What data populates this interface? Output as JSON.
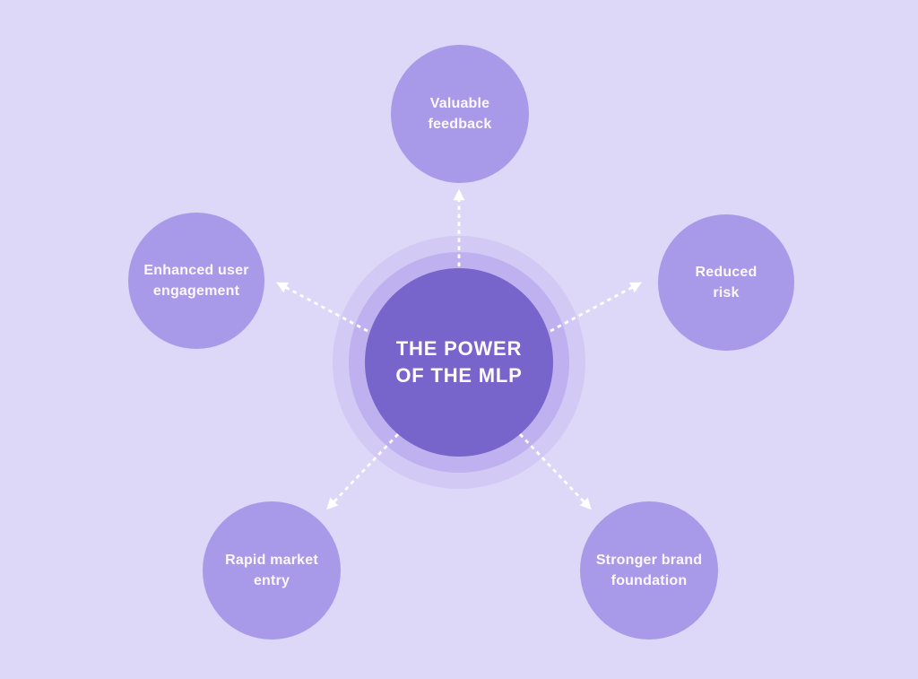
{
  "diagram": {
    "title": "THE POWER OF THE MLP",
    "type": "radial-benefits-diagram",
    "connector_style": "white dashed lines with solid arrowheads pointing outward from center"
  },
  "colors": {
    "background": "#ddd8f7",
    "node_fill": "#a89ae9",
    "center_fill": "#7765cb",
    "center_ring_inner": "#bfb1ef",
    "center_ring_outer": "#d2c9f4",
    "text": "#fdfcff",
    "arrow": "#ffffff"
  },
  "center": {
    "title_lines": [
      "THE POWER",
      "OF THE MLP"
    ]
  },
  "nodes": [
    {
      "id": "valuable-feedback",
      "position": "top",
      "lines": [
        "Valuable",
        "feedback"
      ]
    },
    {
      "id": "enhanced-user-engagement",
      "position": "upper-left",
      "lines": [
        "Enhanced user",
        "engagement"
      ]
    },
    {
      "id": "reduced-risk",
      "position": "upper-right",
      "lines": [
        "Reduced",
        "risk"
      ]
    },
    {
      "id": "rapid-market-entry",
      "position": "lower-left",
      "lines": [
        "Rapid market",
        "entry"
      ]
    },
    {
      "id": "stronger-brand-foundation",
      "position": "lower-right",
      "lines": [
        "Stronger brand",
        "foundation"
      ]
    }
  ]
}
